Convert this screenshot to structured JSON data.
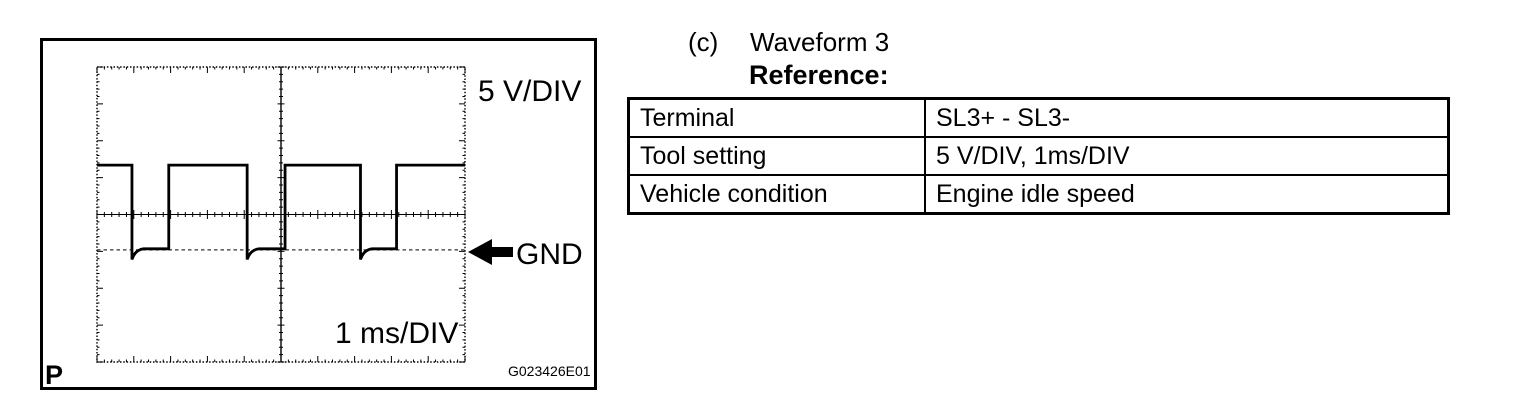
{
  "heading": {
    "index": "(c)",
    "title": "Waveform 3",
    "subtitle": "Reference:"
  },
  "reference_table": {
    "rows": [
      {
        "label": "Terminal",
        "value": "SL3+ - SL3-"
      },
      {
        "label": "Tool setting",
        "value": "5 V/DIV, 1ms/DIV"
      },
      {
        "label": "Vehicle condition",
        "value": "Engine idle speed"
      }
    ]
  },
  "figure": {
    "volts_label": "5 V/DIV",
    "time_label": "1 ms/DIV",
    "gnd_label": "GND",
    "figure_code": "G023426E01",
    "corner_mark": "P"
  },
  "chart_data": {
    "type": "line",
    "title": "Waveform 3",
    "x_units": "ms",
    "y_units": "V",
    "volts_per_div": 5,
    "ms_per_div": 1,
    "x_range_div": 10,
    "y_range_div": 8,
    "gnd_level_div_below_center": 0.96,
    "high_level_v": 11.5,
    "low_level_v": 0.15,
    "undershoot_v": -1.3,
    "falling_edges_ms": [
      0.95,
      4.08,
      7.16
    ],
    "rising_edges_ms": [
      1.95,
      5.11,
      8.14
    ],
    "description": "Square wave alternating between ~0 V (GND) and high level, with brief undershoot and exponential recovery after each falling edge; signal starts and ends at high level"
  }
}
